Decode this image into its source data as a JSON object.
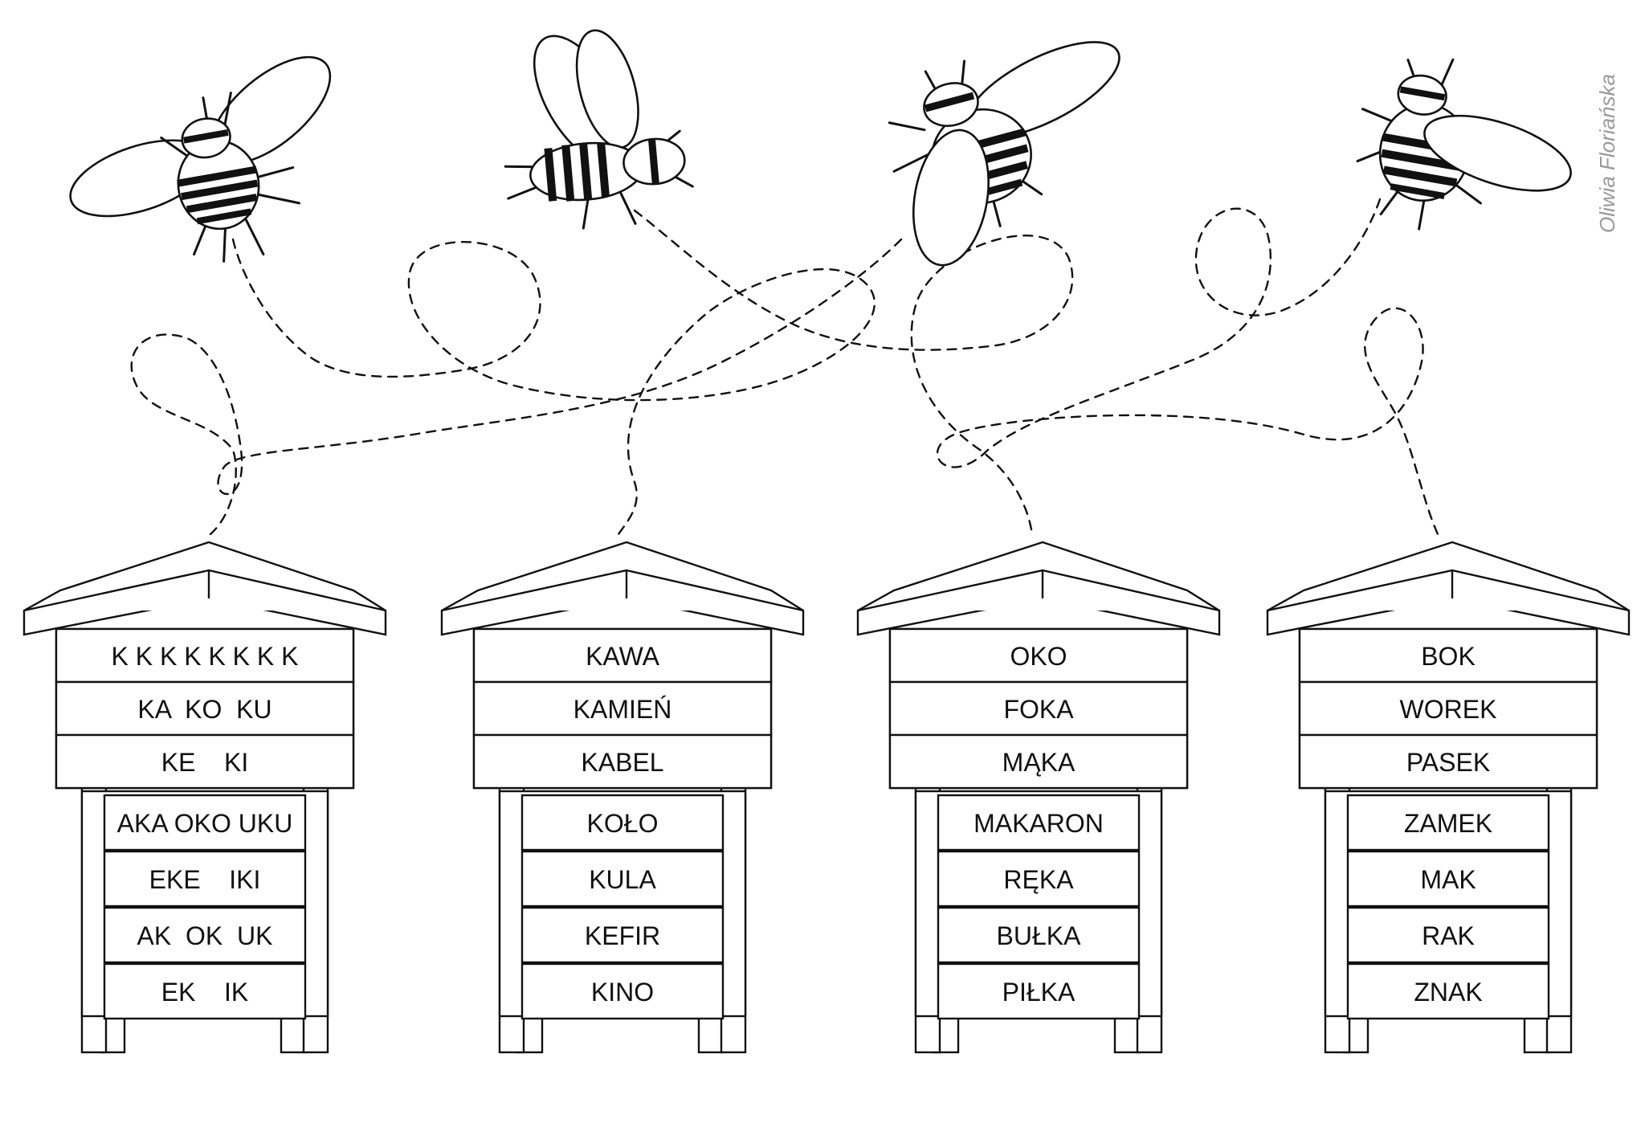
{
  "author_signature": "Oliwia Floriańska",
  "hives": [
    {
      "upper_boards": [
        "K K K K K K K K",
        "KA  KO  KU",
        "KE    KI"
      ],
      "lower_boards": [
        "AKA OKO UKU",
        "EKE    IKI",
        "AK  OK  UK",
        "EK    IK"
      ]
    },
    {
      "upper_boards": [
        "KAWA",
        "KAMIEŃ",
        "KABEL"
      ],
      "lower_boards": [
        "KOŁO",
        "KULA",
        "KEFIR",
        "KINO"
      ]
    },
    {
      "upper_boards": [
        "OKO",
        "FOKA",
        "MĄKA"
      ],
      "lower_boards": [
        "MAKARON",
        "RĘKA",
        "BUŁKA",
        "PIŁKA"
      ]
    },
    {
      "upper_boards": [
        "BOK",
        "WOREK",
        "PASEK"
      ],
      "lower_boards": [
        "ZAMEK",
        "MAK",
        "RAK",
        "ZNAK"
      ]
    }
  ]
}
